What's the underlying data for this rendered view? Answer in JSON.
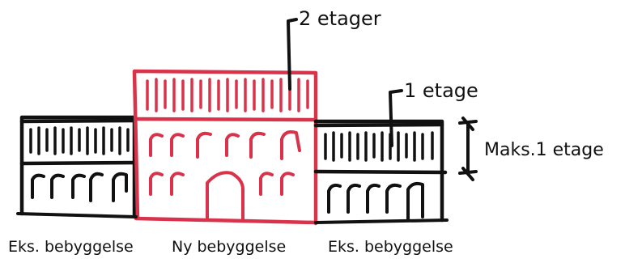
{
  "labels": {
    "two_floors": "2 etager",
    "one_floor": "1 etage",
    "max_one_floor": "Maks.1 etage",
    "existing_left": "Eks. bebyggelse",
    "new": "Ny bebyggelse",
    "existing_right": "Eks. bebyggelse"
  },
  "colors": {
    "ink": "#111111",
    "new_building": "#d8334a"
  }
}
